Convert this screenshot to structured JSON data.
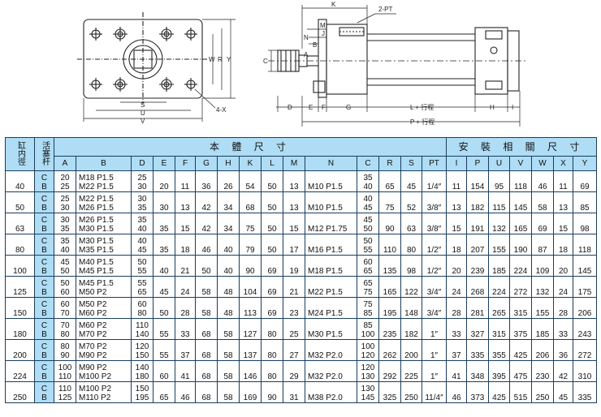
{
  "drawing": {
    "front_view": {
      "labels": [
        "W",
        "R",
        "Y",
        "S",
        "U",
        "V",
        "4-X"
      ]
    },
    "side_view": {
      "labels": [
        "K",
        "M",
        "N",
        "B",
        "A",
        "C",
        "D",
        "E",
        "F",
        "G",
        "H",
        "I",
        "J",
        "2-PT",
        "L + 行程",
        "P + 行程"
      ]
    }
  },
  "table": {
    "header": {
      "bore": "缸内徑",
      "rod": "活塞杆",
      "body_group": "本 體 尺 寸",
      "install_group": "安 裝 相 關 尺 寸",
      "body_cols": [
        "A",
        "B",
        "D",
        "E",
        "F",
        "G",
        "H",
        "K",
        "L",
        "M",
        "N",
        "C",
        "R",
        "S",
        "PT"
      ],
      "install_cols": [
        "I",
        "P",
        "U",
        "V",
        "W",
        "X",
        "Y"
      ]
    },
    "rows": [
      {
        "bore": "40",
        "rod": [
          "C",
          "B"
        ],
        "A": [
          "20",
          "25"
        ],
        "B": [
          "M18 P1.5",
          "M22 P1.5"
        ],
        "D": [
          "25",
          "30"
        ],
        "E": "20",
        "F": "11",
        "G": "36",
        "H": "26",
        "K": "54",
        "L": "50",
        "M": "13",
        "N": "M10 P1.5",
        "C": [
          "35",
          "40"
        ],
        "R": "65",
        "S": "45",
        "PT": "1/4″",
        "I": "11",
        "P": "154",
        "U": "95",
        "V": "118",
        "W": "46",
        "X": "11",
        "Y": "69"
      },
      {
        "bore": "50",
        "rod": [
          "C",
          "B"
        ],
        "A": [
          "25",
          "30"
        ],
        "B": [
          "M22 P1.5",
          "M26 P1.5"
        ],
        "D": [
          "30",
          "35"
        ],
        "E": "30",
        "F": "13",
        "G": "42",
        "H": "34",
        "K": "68",
        "L": "50",
        "M": "13",
        "N": "M10 P1.5",
        "C": [
          "40",
          "45"
        ],
        "R": "75",
        "S": "52",
        "PT": "3/8″",
        "I": "13",
        "P": "182",
        "U": "115",
        "V": "145",
        "W": "58",
        "X": "13",
        "Y": "85"
      },
      {
        "bore": "63",
        "rod": [
          "C",
          "B"
        ],
        "A": [
          "30",
          "35"
        ],
        "B": [
          "M26 P1.5",
          "M30 P1.5"
        ],
        "D": [
          "35",
          "40"
        ],
        "E": "35",
        "F": "15",
        "G": "42",
        "H": "34",
        "K": "75",
        "L": "50",
        "M": "15",
        "N": "M12 P1.75",
        "C": [
          "45",
          "50"
        ],
        "R": "90",
        "S": "63",
        "PT": "3/8″",
        "I": "15",
        "P": "191",
        "U": "132",
        "V": "165",
        "W": "69",
        "X": "15",
        "Y": "98"
      },
      {
        "bore": "80",
        "rod": [
          "C",
          "B"
        ],
        "A": [
          "35",
          "40"
        ],
        "B": [
          "M30 P1.5",
          "M35 P1.5"
        ],
        "D": [
          "40",
          "45"
        ],
        "E": "35",
        "F": "18",
        "G": "46",
        "H": "40",
        "K": "79",
        "L": "50",
        "M": "17",
        "N": "M16 P1.5",
        "C": [
          "50",
          "55"
        ],
        "R": "110",
        "S": "80",
        "PT": "1/2″",
        "I": "18",
        "P": "207",
        "U": "155",
        "V": "190",
        "W": "87",
        "X": "18",
        "Y": "118"
      },
      {
        "bore": "100",
        "rod": [
          "C",
          "B"
        ],
        "A": [
          "45",
          "50"
        ],
        "B": [
          "M40 P1.5",
          "M45 P1.5"
        ],
        "D": [
          "50",
          "55"
        ],
        "E": "40",
        "F": "21",
        "G": "50",
        "H": "40",
        "K": "90",
        "L": "69",
        "M": "19",
        "N": "M18 P1.5",
        "C": [
          "60",
          "65"
        ],
        "R": "135",
        "S": "98",
        "PT": "1/2″",
        "I": "20",
        "P": "239",
        "U": "185",
        "V": "224",
        "W": "109",
        "X": "20",
        "Y": "145"
      },
      {
        "bore": "125",
        "rod": [
          "C",
          "B"
        ],
        "A": [
          "50",
          "60"
        ],
        "B": [
          "M45 P1.5",
          "M50 P2"
        ],
        "D": [
          "55",
          "65"
        ],
        "E": "45",
        "F": "24",
        "G": "58",
        "H": "48",
        "K": "104",
        "L": "69",
        "M": "21",
        "N": "M22 P1.5",
        "C": [
          "65",
          "75"
        ],
        "R": "165",
        "S": "122",
        "PT": "3/4″",
        "I": "24",
        "P": "268",
        "U": "224",
        "V": "272",
        "W": "132",
        "X": "24",
        "Y": "175"
      },
      {
        "bore": "150",
        "rod": [
          "C",
          "B"
        ],
        "A": [
          "60",
          "70"
        ],
        "B": [
          "M50 P2",
          "M60 P2"
        ],
        "D": [
          "60",
          "80"
        ],
        "E": "50",
        "F": "28",
        "G": "58",
        "H": "48",
        "K": "113",
        "L": "69",
        "M": "23",
        "N": "M24 P1.5",
        "C": [
          "75",
          "85"
        ],
        "R": "195",
        "S": "148",
        "PT": "3/4″",
        "I": "28",
        "P": "281",
        "U": "265",
        "V": "315",
        "W": "155",
        "X": "28",
        "Y": "206"
      },
      {
        "bore": "180",
        "rod": [
          "C",
          "B"
        ],
        "A": [
          "70",
          "80"
        ],
        "B": [
          "M60 P2",
          "M70 P2"
        ],
        "D": [
          "110",
          "140"
        ],
        "E": "55",
        "F": "33",
        "G": "68",
        "H": "58",
        "K": "127",
        "L": "80",
        "M": "25",
        "N": "M30 P1.5",
        "C": [
          "85",
          "100"
        ],
        "R": "235",
        "S": "182",
        "PT": "1″",
        "I": "33",
        "P": "327",
        "U": "315",
        "V": "375",
        "W": "185",
        "X": "33",
        "Y": "243"
      },
      {
        "bore": "200",
        "rod": [
          "C",
          "B"
        ],
        "A": [
          "80",
          "90"
        ],
        "B": [
          "M70 P2",
          "M90 P2"
        ],
        "D": [
          "120",
          "150"
        ],
        "E": "55",
        "F": "37",
        "G": "68",
        "H": "58",
        "K": "137",
        "L": "80",
        "M": "27",
        "N": "M32 P2.0",
        "C": [
          "100",
          "120"
        ],
        "R": "262",
        "S": "200",
        "PT": "1″",
        "I": "37",
        "P": "335",
        "U": "355",
        "V": "425",
        "W": "206",
        "X": "36",
        "Y": "272"
      },
      {
        "bore": "224",
        "rod": [
          "C",
          "B"
        ],
        "A": [
          "100",
          "110"
        ],
        "B": [
          "M90 P2",
          "M100 P2"
        ],
        "D": [
          "140",
          "180"
        ],
        "E": "60",
        "F": "41",
        "G": "68",
        "H": "58",
        "K": "146",
        "L": "80",
        "M": "29",
        "N": "M32 P2.0",
        "C": [
          "120",
          "130"
        ],
        "R": "292",
        "S": "225",
        "PT": "1″",
        "I": "41",
        "P": "348",
        "U": "395",
        "V": "475",
        "W": "230",
        "X": "42",
        "Y": "310"
      },
      {
        "bore": "250",
        "rod": [
          "C",
          "B"
        ],
        "A": [
          "110",
          "125"
        ],
        "B": [
          "M100 P2",
          "M110 P2"
        ],
        "D": [
          "150",
          "195"
        ],
        "E": "65",
        "F": "46",
        "G": "68",
        "H": "58",
        "K": "169",
        "L": "90",
        "M": "31",
        "N": "M38 P2.0",
        "C": [
          "130",
          "145"
        ],
        "R": "325",
        "S": "250",
        "PT": "11/4″",
        "I": "46",
        "P": "373",
        "U": "425",
        "V": "515",
        "W": "250",
        "X": "45",
        "Y": "335"
      }
    ]
  }
}
